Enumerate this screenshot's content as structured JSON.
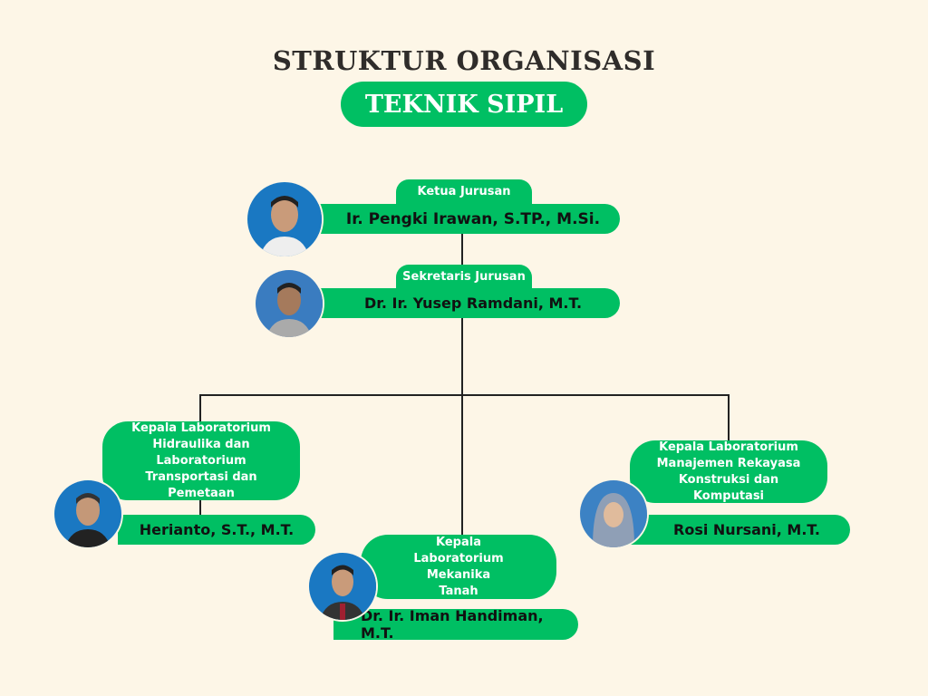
{
  "title": "STRUKTUR ORGANISASI",
  "subtitle": "TEKNIK SIPIL",
  "colors": {
    "accent": "#00bf63",
    "background": "#fdf6e7",
    "photo_bg": "#1a78c2"
  },
  "members": [
    {
      "role": "Ketua Jurusan",
      "name": "Ir. Pengki Irawan, S.TP., M.Si."
    },
    {
      "role": "Sekretaris Jurusan",
      "name": "Dr. Ir. Yusep Ramdani, M.T."
    },
    {
      "role": "Kepala Laboratorium Hidraulika dan Laboratorium Transportasi dan Pemetaan",
      "name": "Herianto, S.T., M.T."
    },
    {
      "role": "Kepala Laboratorium Mekanika Tanah",
      "name": "Dr. Ir. Iman Handiman, M.T."
    },
    {
      "role": "Kepala Laboratorium Manajemen Rekayasa Konstruksi dan Komputasi",
      "name": "Rosi Nursani, M.T."
    }
  ]
}
